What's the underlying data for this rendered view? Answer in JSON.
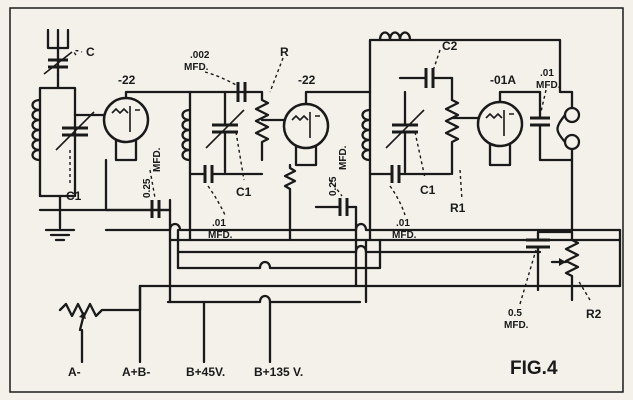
{
  "figure_label": "FIG.4",
  "tubes": [
    "-22",
    "-22",
    "-01A"
  ],
  "components": {
    "antenna_cap": "C",
    "tuning_cap_1": "C1",
    "tuning_cap_2": "C1",
    "tuning_cap_3": "C1",
    "coupling_cap_1_value": ".002",
    "coupling_cap_1_unit": "MFD.",
    "plate_resistor": "R",
    "coupling_cap_2": "C2",
    "grid_leak": "R1",
    "bypass_1_value": "0.25",
    "bypass_1_unit": "MFD.",
    "bypass_2_value": "0.25",
    "bypass_2_unit": "MFD.",
    "screen_cap_1_value": ".01",
    "screen_cap_1_unit": "MFD.",
    "screen_cap_2_value": ".01",
    "screen_cap_2_unit": "MFD.",
    "output_cap_value": ".01",
    "output_cap_unit": "MFD.",
    "volume_cap_value": "0.5",
    "volume_cap_unit": "MFD.",
    "volume_resistor": "R2"
  },
  "terminals": [
    "A-",
    "A+B-",
    "B+45V.",
    "B+135 V."
  ]
}
